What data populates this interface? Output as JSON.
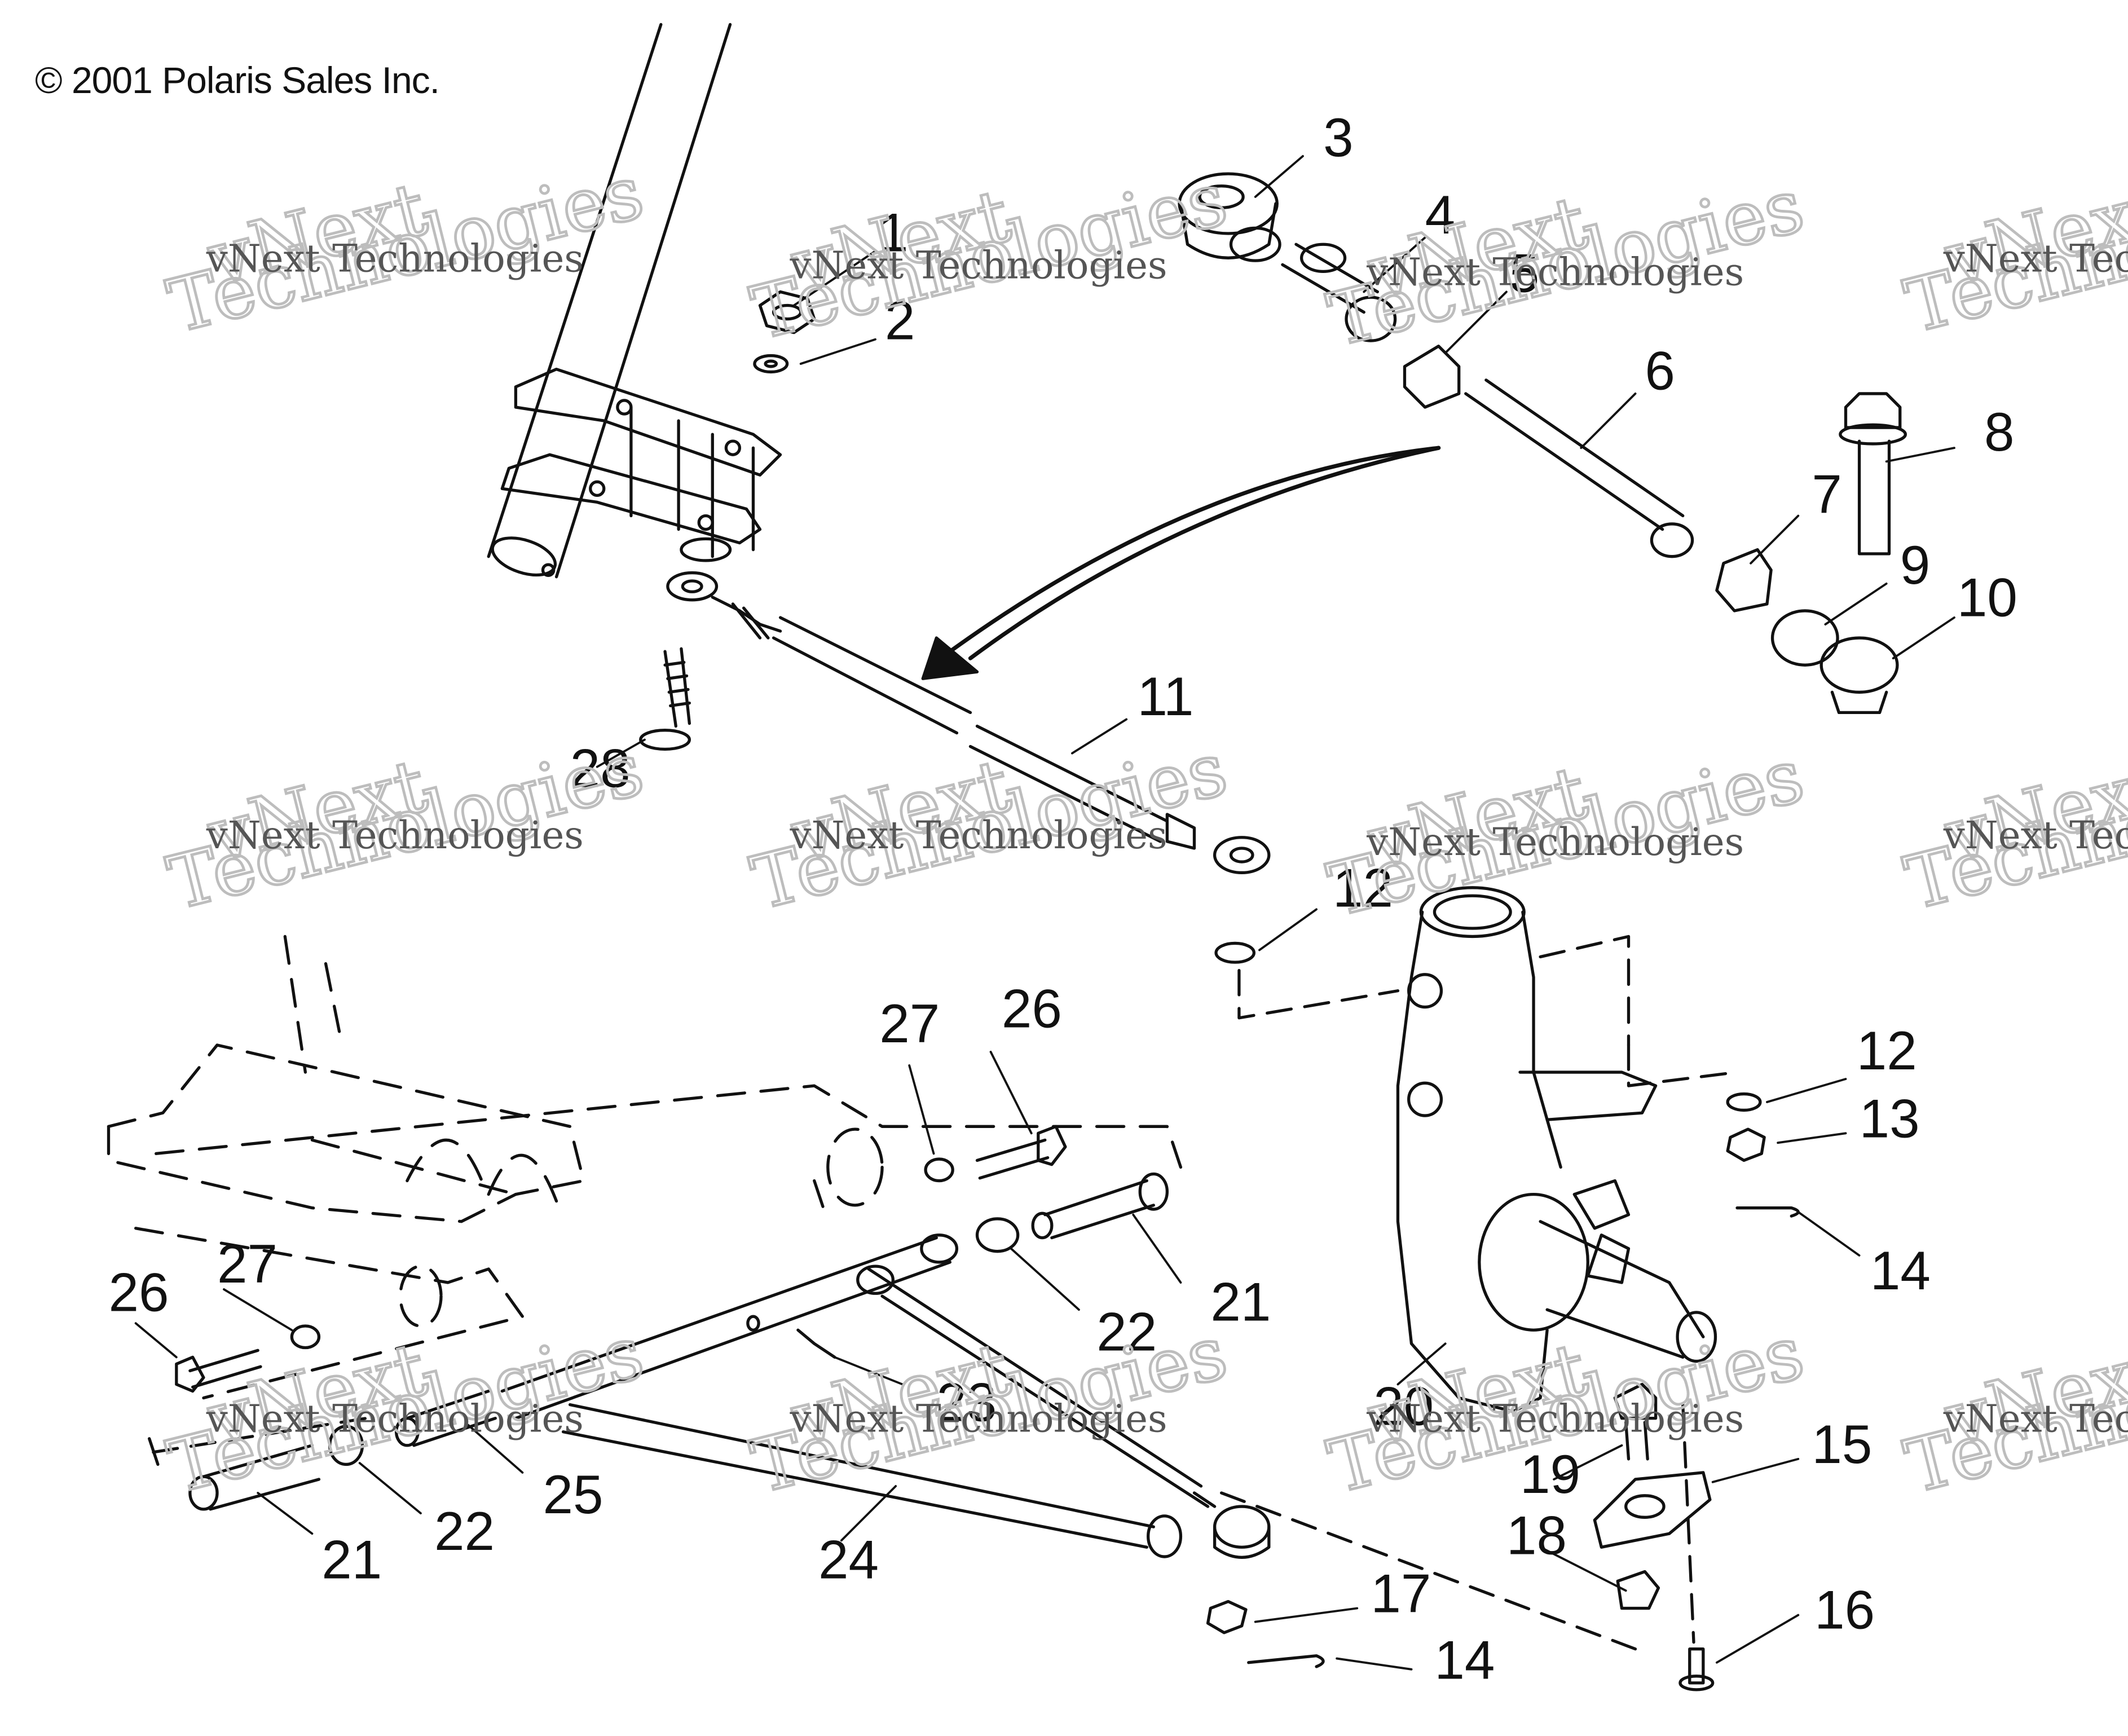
{
  "copyright": "© 2001 Polaris Sales Inc.",
  "watermark": {
    "line1": "vNext Technologies",
    "line2": "vNext",
    "line3": "Technologies"
  },
  "callouts": [
    "1",
    "2",
    "3",
    "4",
    "5",
    "6",
    "7",
    "8",
    "9",
    "10",
    "11",
    "12",
    "12",
    "13",
    "14",
    "14",
    "15",
    "16",
    "17",
    "18",
    "19",
    "20",
    "21",
    "21",
    "22",
    "22",
    "23",
    "24",
    "25",
    "26",
    "26",
    "27",
    "27",
    "28"
  ],
  "colors": {
    "ink": "#111111",
    "watermark": "#bdbdbd"
  }
}
